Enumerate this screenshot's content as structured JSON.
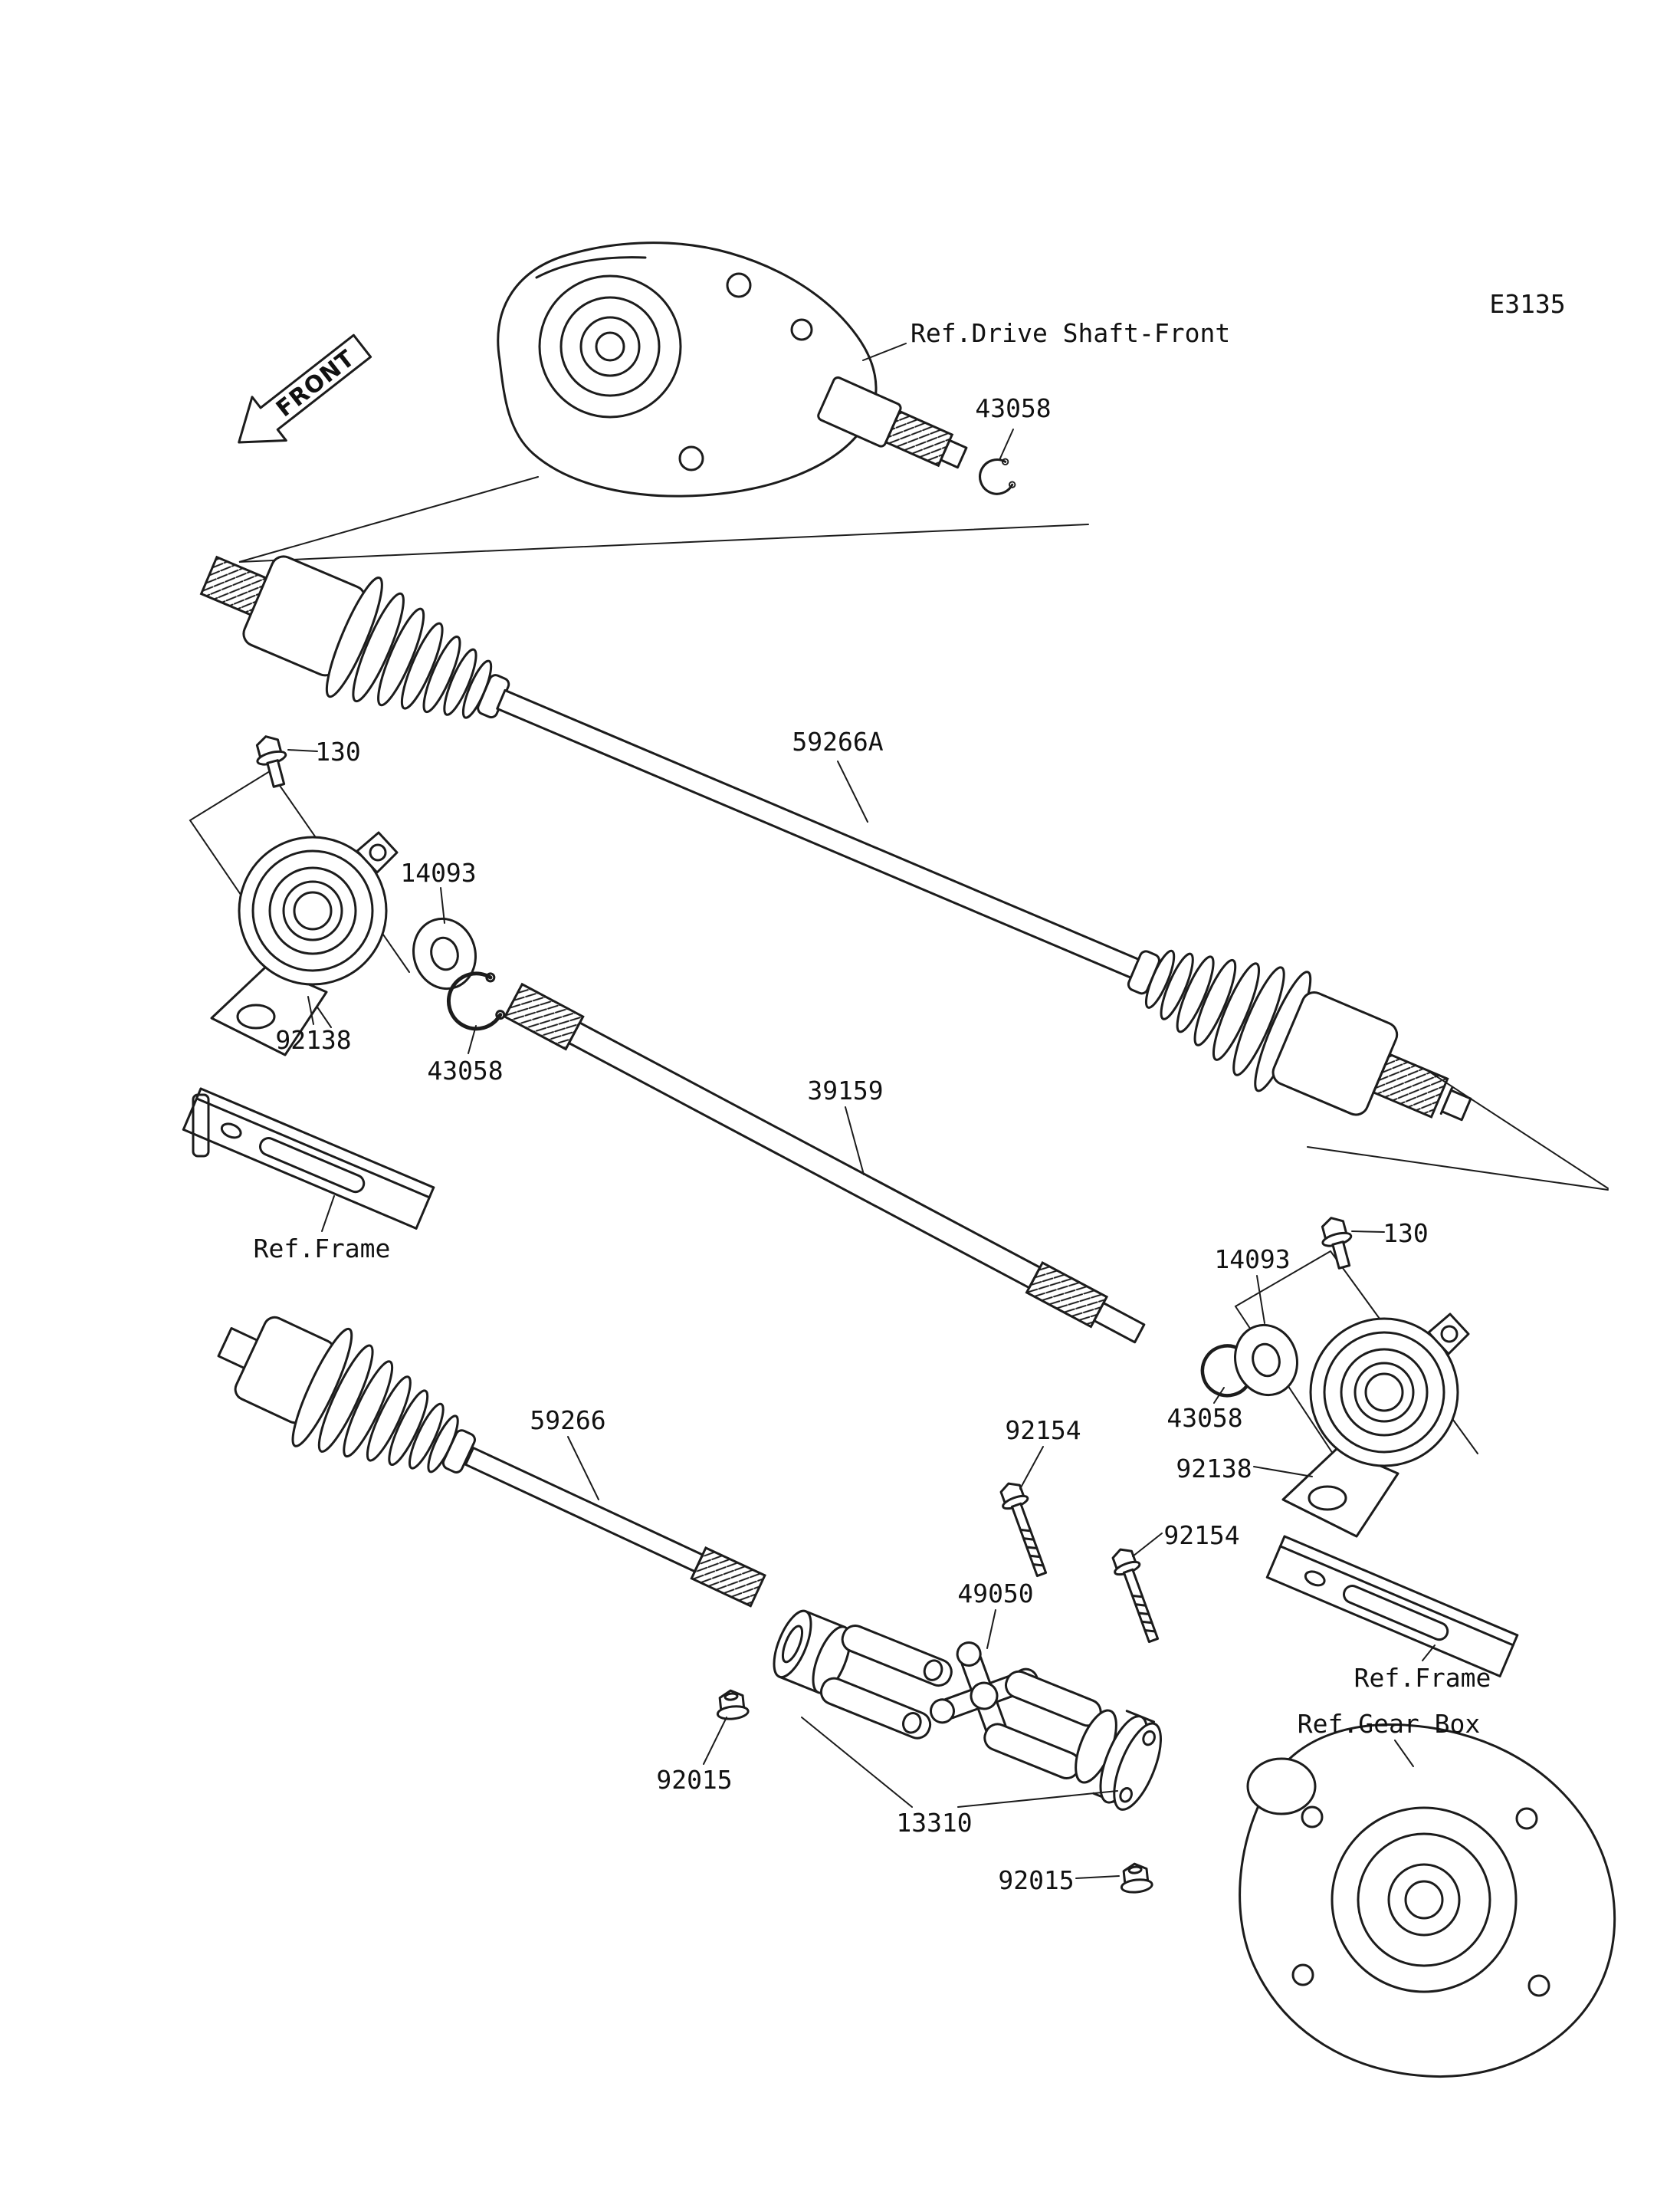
{
  "page": {
    "background": "#ffffff",
    "line_color": "#1c1c1c",
    "text_color": "#111111"
  },
  "diagram": {
    "code": "E3135",
    "front_marker": "FRONT",
    "references": {
      "drive_shaft_front": "Ref.Drive Shaft-Front",
      "frame_left": "Ref.Frame",
      "frame_right": "Ref.Frame",
      "gear_box": "Ref.Gear Box"
    },
    "parts": {
      "circlip_front": "43058",
      "shaft_front": "59266A",
      "bolt_left": "130",
      "washer_left": "14093",
      "holder_left": "92138",
      "circlip_left": "43058",
      "shaft_center": "39159",
      "washer_right": "14093",
      "bolt_right": "130",
      "circlip_right": "43058",
      "holder_right": "92138",
      "shaft_rear": "59266",
      "bolt_joint_upper": "92154",
      "bolt_joint_lower": "92154",
      "joint_cross": "49050",
      "nut_front": "92015",
      "yoke_assembly": "13310",
      "nut_rear": "92015"
    }
  }
}
